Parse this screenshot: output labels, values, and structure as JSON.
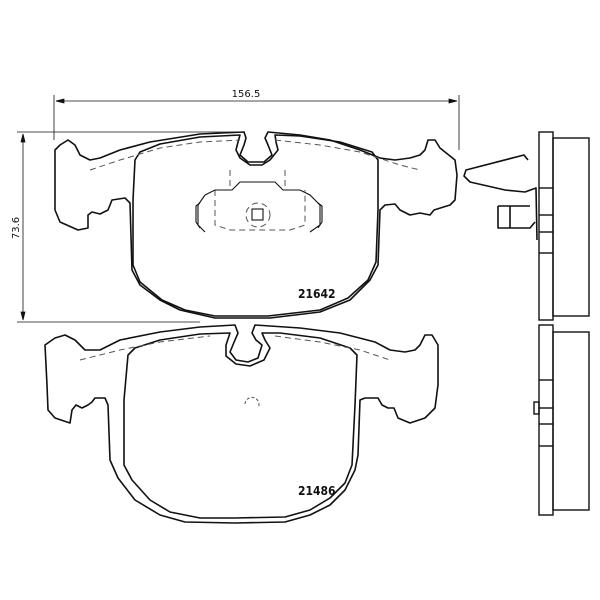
{
  "diagram": {
    "type": "technical-drawing",
    "subject": "brake pad set",
    "dimensions": {
      "width_label": "156.5",
      "height_label": "73.6"
    },
    "parts": [
      {
        "name": "upper pad",
        "part_number": "21642"
      },
      {
        "name": "lower pad",
        "part_number": "21486"
      }
    ],
    "side_views": [
      "upper pad side profile with wear clip",
      "lower pad side profile"
    ],
    "colors": {
      "line": "#111111",
      "background": "#ffffff",
      "hidden_line": "#555555"
    }
  }
}
